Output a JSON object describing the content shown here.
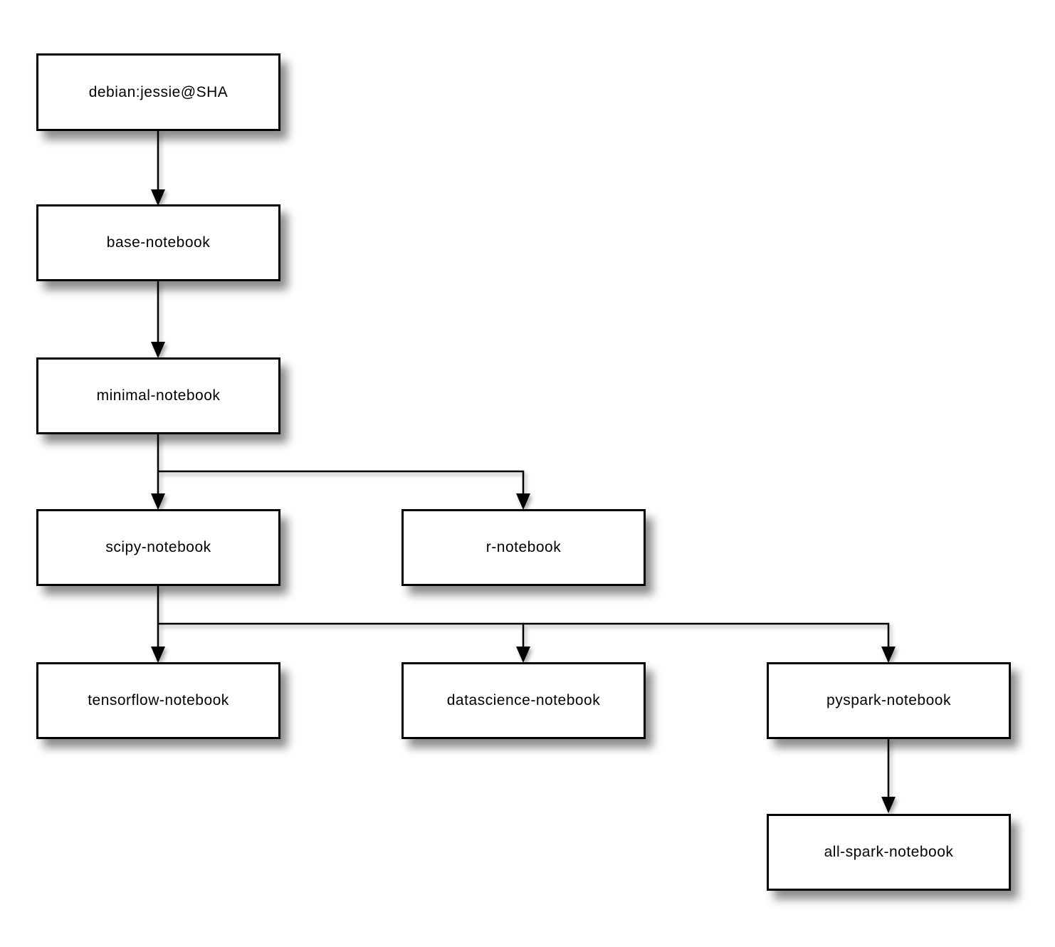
{
  "diagram": {
    "type": "flowchart",
    "description": "Docker image inheritance hierarchy of Jupyter notebook stacks",
    "colors": {
      "background": "#ffffff",
      "node_fill": "#ffffff",
      "node_border": "#000000",
      "edge": "#000000"
    },
    "nodes": [
      {
        "id": "debian",
        "label": "debian:jessie@SHA"
      },
      {
        "id": "base-notebook",
        "label": "base-notebook"
      },
      {
        "id": "minimal-notebook",
        "label": "minimal-notebook"
      },
      {
        "id": "scipy-notebook",
        "label": "scipy-notebook"
      },
      {
        "id": "r-notebook",
        "label": "r-notebook"
      },
      {
        "id": "tensorflow-notebook",
        "label": "tensorflow-notebook"
      },
      {
        "id": "datascience-notebook",
        "label": "datascience-notebook"
      },
      {
        "id": "pyspark-notebook",
        "label": "pyspark-notebook"
      },
      {
        "id": "all-spark-notebook",
        "label": "all-spark-notebook"
      }
    ],
    "edges": [
      {
        "from": "debian",
        "to": "base-notebook"
      },
      {
        "from": "base-notebook",
        "to": "minimal-notebook"
      },
      {
        "from": "minimal-notebook",
        "to": "scipy-notebook"
      },
      {
        "from": "minimal-notebook",
        "to": "r-notebook"
      },
      {
        "from": "scipy-notebook",
        "to": "tensorflow-notebook"
      },
      {
        "from": "scipy-notebook",
        "to": "datascience-notebook"
      },
      {
        "from": "scipy-notebook",
        "to": "pyspark-notebook"
      },
      {
        "from": "pyspark-notebook",
        "to": "all-spark-notebook"
      }
    ]
  }
}
